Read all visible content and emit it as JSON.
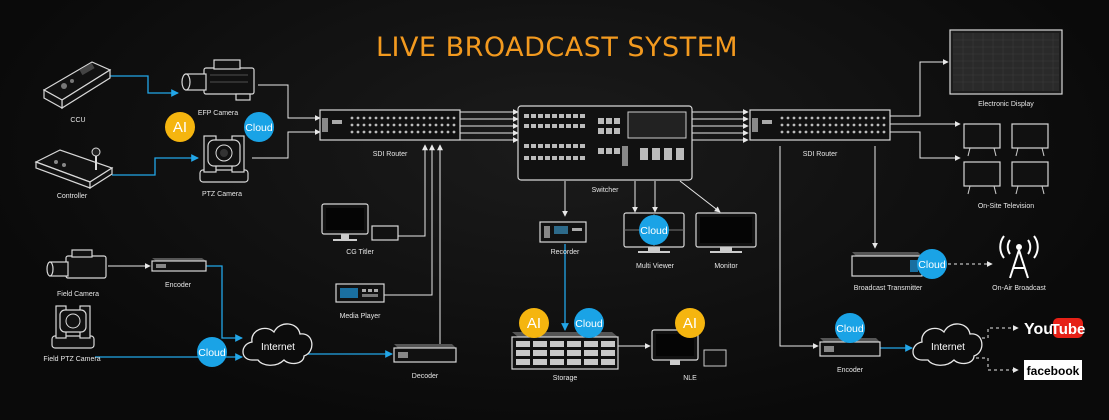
{
  "title": "LIVE BROADCAST SYSTEM",
  "devices": {
    "ccu": "CCU",
    "efp_camera": "EFP Camera",
    "controller": "Controller",
    "ptz_camera": "PTZ Camera",
    "sdi_router_left": "SDI Router",
    "cg_titler": "CG Titler",
    "media_player": "Media Player",
    "switcher": "Switcher",
    "recorder": "Recorder",
    "multi_viewer": "Multi Viewer",
    "monitor": "Monitor",
    "sdi_router_right": "SDI Router",
    "electronic_display": "Electronic Display",
    "on_site_television": "On-Site Television",
    "broadcast_transmitter": "Broadcast Transmitter",
    "on_air_broadcast": "On-Air Broadcast",
    "field_camera": "Field Camera",
    "field_ptz_camera": "Field PTZ Camera",
    "encoder_left": "Encoder",
    "decoder": "Decoder",
    "storage": "Storage",
    "nle": "NLE",
    "encoder_right": "Encoder"
  },
  "badges": {
    "ai": "AI",
    "cloud": "Cloud",
    "internet": "Internet"
  },
  "platforms": {
    "youtube": "YouTube",
    "facebook": "facebook"
  },
  "colors": {
    "title": "#f39a1f",
    "ai_badge": "#f5b50f",
    "cloud_badge": "#1aa3e6",
    "link": "#22a6e8",
    "youtube_red": "#e62117"
  }
}
